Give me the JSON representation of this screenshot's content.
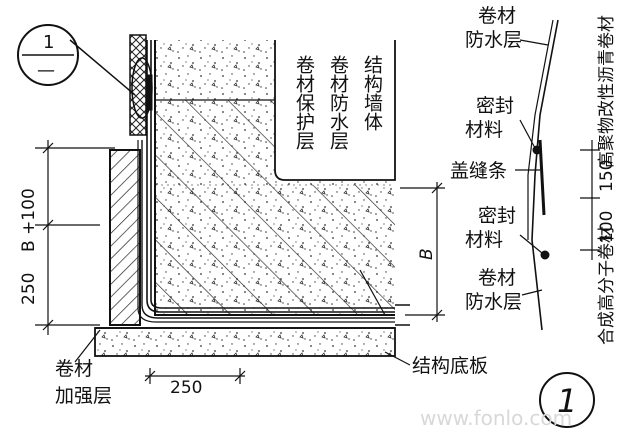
{
  "detail": {
    "callout_top": "1",
    "callout_bottom": "—",
    "detail_number": "1"
  },
  "labels": {
    "structure_wall": "结构墙体",
    "membrane_waterproof": "卷材防水层",
    "membrane_protection": "卷材保护层",
    "right_membrane_top": [
      "卷材",
      "防水层"
    ],
    "sealant_top": [
      "密封",
      "材料"
    ],
    "cover_strip": "盖缝条",
    "sealant_bottom": [
      "密封",
      "材料"
    ],
    "right_membrane_bottom": [
      "卷材",
      "防水层"
    ],
    "reinforcement": [
      "卷材",
      "加强层"
    ],
    "base_slab": "结构底板",
    "vertical_material_top": "高聚物改性沥青卷材",
    "vertical_material_bottom": "合成高分子卷材"
  },
  "dimensions": {
    "b_plus_100": "B +100",
    "d250_vertical": "250",
    "d250_horizontal": "250",
    "b": "B",
    "d150": "150",
    "d100": "100"
  },
  "watermark": "www.fonlo.com"
}
